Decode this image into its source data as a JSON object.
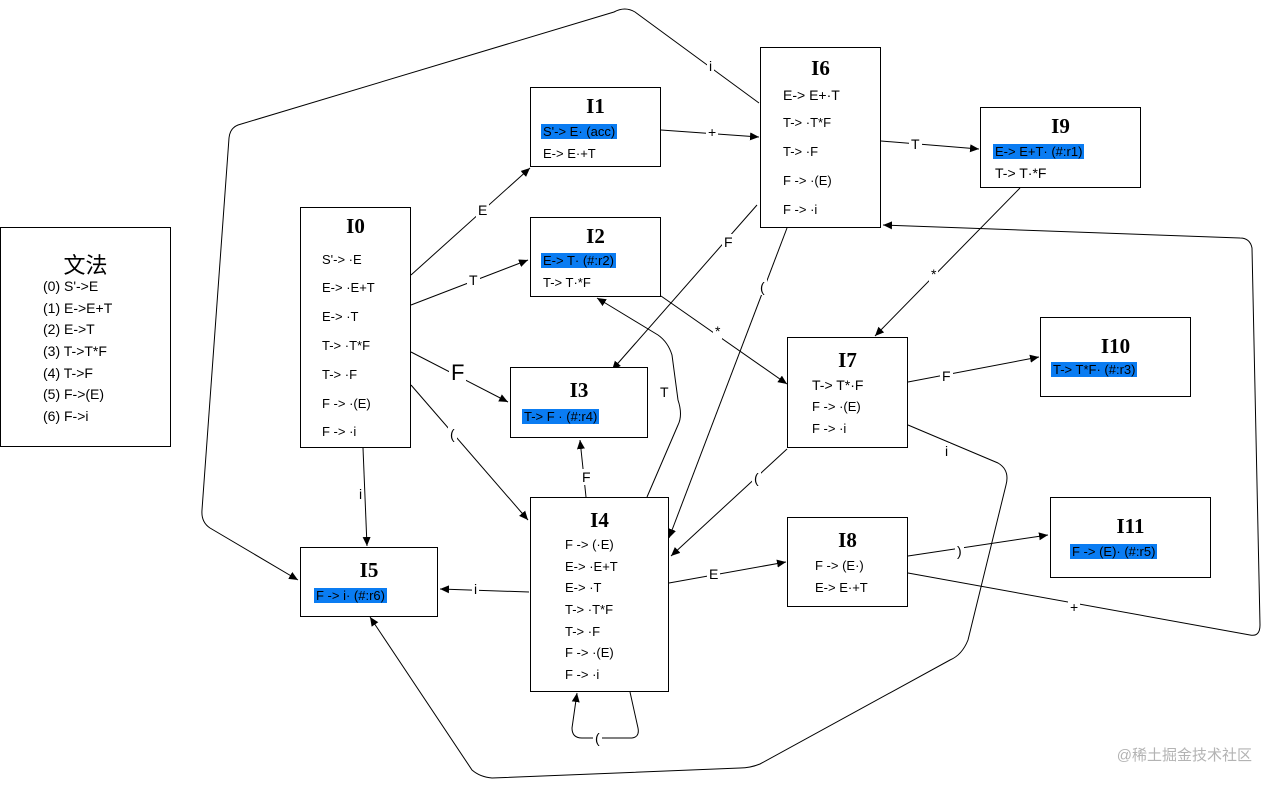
{
  "grammar": {
    "title": "文法",
    "rules": [
      "(0)  S'->E",
      "(1)  E->E+T",
      "(2)  E->T",
      "(3)  T->T*F",
      "(4)  T->F",
      "(5)  F->(E)",
      "(6)  F->i"
    ]
  },
  "states": {
    "I0": {
      "title": "I0",
      "items": [
        "S'-> ·E",
        "E-> ·E+T",
        "E-> ·T",
        "T-> ·T*F",
        "T-> ·F",
        "F -> ·(E)",
        "F -> ·i"
      ]
    },
    "I1": {
      "title": "I1",
      "highlight": "S'-> E·  (acc)",
      "items": [
        "E-> E·+T"
      ]
    },
    "I2": {
      "title": "I2",
      "highlight": "E-> T· (#:r2)",
      "items": [
        "T-> T·*F"
      ]
    },
    "I3": {
      "title": "I3",
      "highlight": "T-> F · (#:r4)",
      "items": []
    },
    "I4": {
      "title": "I4",
      "items": [
        "F -> (·E)",
        "E-> ·E+T",
        "E-> ·T",
        "T-> ·T*F",
        "T-> ·F",
        "F -> ·(E)",
        "F -> ·i"
      ]
    },
    "I5": {
      "title": "I5",
      "highlight": "F -> i· (#:r6)",
      "items": []
    },
    "I6": {
      "title": "I6",
      "items": [
        "E-> E+·T",
        "T-> ·T*F",
        "T-> ·F",
        "F -> ·(E)",
        "F -> ·i"
      ]
    },
    "I7": {
      "title": "I7",
      "items": [
        "T-> T*·F",
        "F -> ·(E)",
        "F -> ·i"
      ]
    },
    "I8": {
      "title": "I8",
      "items": [
        "F -> (E·)",
        "E-> E·+T"
      ]
    },
    "I9": {
      "title": "I9",
      "highlight": "E-> E+T· (#:r1)",
      "items": [
        "T-> T·*F"
      ]
    },
    "I10": {
      "title": "I10",
      "highlight": "T-> T*F· (#:r3)",
      "items": []
    },
    "I11": {
      "title": "I11",
      "highlight": "F -> (E)· (#:r5)",
      "items": []
    }
  },
  "edges": {
    "I0_I1": "E",
    "I0_I2": "T",
    "I0_I3": "F",
    "I0_I4": "(",
    "I0_I5": "i",
    "I1_I6": "+",
    "I6_I9": "T",
    "I6_I3": "F",
    "I6_I4": "(",
    "I6_I5": "i",
    "I9_I7": "*",
    "I2_I7": "*",
    "I7_I10": "F",
    "I7_I4": "(",
    "I7_I5": "i",
    "I4_I2": "T",
    "I4_I3": "F",
    "I4_I5": "i",
    "I4_I8": "E",
    "I4_I4": "(",
    "I8_I11": ")",
    "I8_I6": "+"
  },
  "colors": {
    "highlight": "#0a7cf2",
    "stroke": "#000000",
    "watermark": "#b3b3b3"
  },
  "watermark": "@稀土掘金技术社区"
}
